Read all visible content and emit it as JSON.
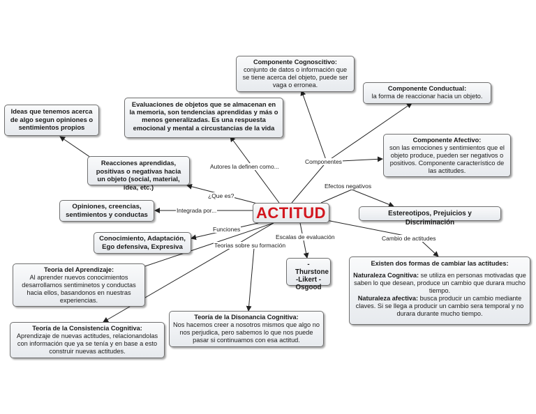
{
  "center": "ACTITUD",
  "labels": {
    "componentes": "Componentes",
    "autores": "Autores la definen como...",
    "que_es": "¿Que es?",
    "integrada": "Integrada por...",
    "funciones": "Funciones",
    "teorias": "Teorias sobre su formación",
    "escalas": "Escalas de evaluación",
    "efectos": "Efectos negativos",
    "cambio": "Cambio de actitudes"
  },
  "nodes": {
    "cognoscitivo": {
      "title": "Componente Cognoscitivo:",
      "text": "conjunto de datos o información que se tiene acerca del objeto, puede ser vaga o erronea."
    },
    "conductual": {
      "title": "Componente Conductual:",
      "text": "la forma de reaccionar hacia un objeto."
    },
    "afectivo": {
      "title": "Componente Afectivo:",
      "text": "son las emociones y sentimientos que el objeto produce, pueden ser negativos o positivos. Componente característico de las actitudes."
    },
    "evaluaciones": {
      "text": "Evaluaciones de objetos que se almacenan en la memoria, son tendencias aprendidas y más o menos generalizadas. Es una respuesta emocional y mental a circustancias de la vida"
    },
    "ideas": {
      "text": "Ideas que tenemos acerca de algo segun opiniones o sentimientos propios"
    },
    "reacciones": {
      "text": "Reacciones aprendidas, positivas o negativas hacia un objeto (social, material, idea, etc.)"
    },
    "opiniones": {
      "text": "Opiniones, creencias, sentimientos y conductas"
    },
    "funciones": {
      "text": "Conocimiento, Adaptación, Ego defensiva, Expresiva"
    },
    "estereotipos": {
      "text": "Estereotipos, Prejuicios y Discriminación"
    },
    "escalas": {
      "text": "-Thurstone -Likert -Osgood"
    },
    "aprendizaje": {
      "title": "Teoría del Aprendizaje:",
      "text": "Al aprender nuevos conocimientos desarrollamos sentiminetos y conductas hacia ellos, basandonos en nuestras experiencias."
    },
    "consistencia": {
      "title": "Teoría de la Consistencia Cognitiva:",
      "text": "Aprendizaje de nuevas actitudes, relacionandolas con información que ya se tenía y en base a esto construir nuevas actitudes."
    },
    "disonancia": {
      "title": "Teoría de la Disonancia Cognitiva:",
      "text": "Nos hacemos creer a nosotros mismos que algo no nos perjudica, pero sabemos lo que nos puede pasar si continuamos con esa actitud."
    },
    "cambio": {
      "title": "Existen dos formas de cambiar las actitudes:",
      "a_label": "Naturaleza Cognitiva:",
      "a_text": "se utiliza en personas motivadas que saben lo que desean, produce un cambio que durara mucho tiempo.",
      "b_label": "Naturaleza afectiva:",
      "b_text": "busca producir un cambio mediante claves. Si se llega a producir un cambio sera temporal y no durara durante mucho tiempo."
    }
  }
}
